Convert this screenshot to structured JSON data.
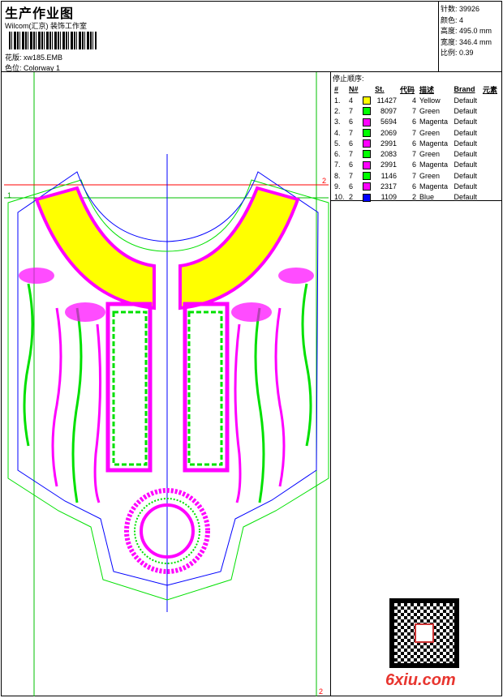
{
  "header": {
    "title": "生产作业图",
    "company": "Wilcom(汇京) 装饰工作室",
    "design_label": "花版:",
    "design_value": "xw185.EMB",
    "colorway_label": "色位:",
    "colorway_value": "Colorway 1"
  },
  "info": {
    "stitches": "针数: 39926",
    "colors": "颜色: 4",
    "height": "高度: 495.0 mm",
    "width": "宽度: 346.4 mm",
    "scale": "比例: 0.39"
  },
  "stops": {
    "title": "停止顺序:",
    "headers": [
      "#",
      "N#",
      "St.",
      "代码",
      "描述",
      "Brand",
      "元素"
    ],
    "rows": [
      {
        "n": "1.",
        "nn": "4",
        "color": "#ffff00",
        "st": "11427",
        "code": "4",
        "desc": "Yellow",
        "brand": "Default"
      },
      {
        "n": "2.",
        "nn": "7",
        "color": "#00ff00",
        "st": "8097",
        "code": "7",
        "desc": "Green",
        "brand": "Default"
      },
      {
        "n": "3.",
        "nn": "6",
        "color": "#ff00ff",
        "st": "5694",
        "code": "6",
        "desc": "Magenta",
        "brand": "Default"
      },
      {
        "n": "4.",
        "nn": "7",
        "color": "#00ff00",
        "st": "2069",
        "code": "7",
        "desc": "Green",
        "brand": "Default"
      },
      {
        "n": "5.",
        "nn": "6",
        "color": "#ff00ff",
        "st": "2991",
        "code": "6",
        "desc": "Magenta",
        "brand": "Default"
      },
      {
        "n": "6.",
        "nn": "7",
        "color": "#00ff00",
        "st": "2083",
        "code": "7",
        "desc": "Green",
        "brand": "Default"
      },
      {
        "n": "7.",
        "nn": "6",
        "color": "#ff00ff",
        "st": "2991",
        "code": "6",
        "desc": "Magenta",
        "brand": "Default"
      },
      {
        "n": "8.",
        "nn": "7",
        "color": "#00ff00",
        "st": "1146",
        "code": "7",
        "desc": "Green",
        "brand": "Default"
      },
      {
        "n": "9.",
        "nn": "6",
        "color": "#ff00ff",
        "st": "2317",
        "code": "6",
        "desc": "Magenta",
        "brand": "Default"
      },
      {
        "n": "10.",
        "nn": "2",
        "color": "#0000ff",
        "st": "1109",
        "code": "2",
        "desc": "Blue",
        "brand": "Default"
      }
    ]
  },
  "guides": {
    "marker_1": "1",
    "marker_2": "2"
  },
  "watermark": "6xiu.com"
}
